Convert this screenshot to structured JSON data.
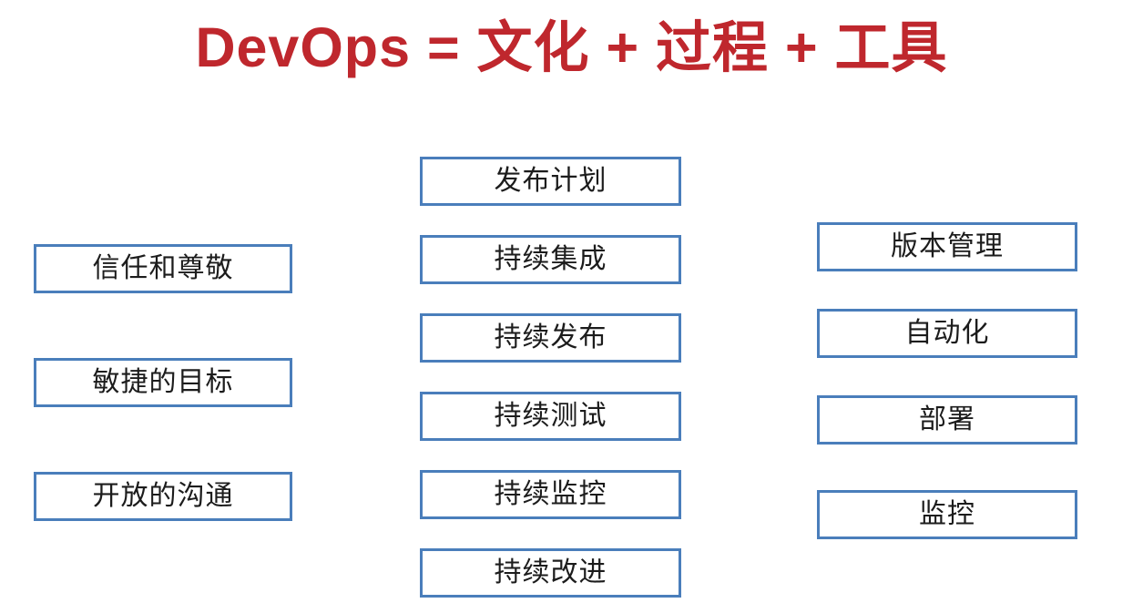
{
  "slide": {
    "background_color": "#ffffff",
    "title": {
      "text": "DevOps = 文化 + 过程 + 工具",
      "color": "#bf272d"
    },
    "box_style": {
      "border_color": "#4a7ebb",
      "fill_color": "#ffffff",
      "text_color": "#1c1c1c"
    },
    "columns": [
      {
        "key": "culture",
        "concept": "文化",
        "items": [
          {
            "label": "信任和尊敬"
          },
          {
            "label": "敏捷的目标"
          },
          {
            "label": "开放的沟通"
          }
        ]
      },
      {
        "key": "process",
        "concept": "过程",
        "items": [
          {
            "label": "发布计划"
          },
          {
            "label": "持续集成"
          },
          {
            "label": "持续发布"
          },
          {
            "label": "持续测试"
          },
          {
            "label": "持续监控"
          },
          {
            "label": "持续改进"
          }
        ]
      },
      {
        "key": "tools",
        "concept": "工具",
        "items": [
          {
            "label": "版本管理"
          },
          {
            "label": "自动化"
          },
          {
            "label": "部署"
          },
          {
            "label": "监控"
          }
        ]
      }
    ]
  }
}
